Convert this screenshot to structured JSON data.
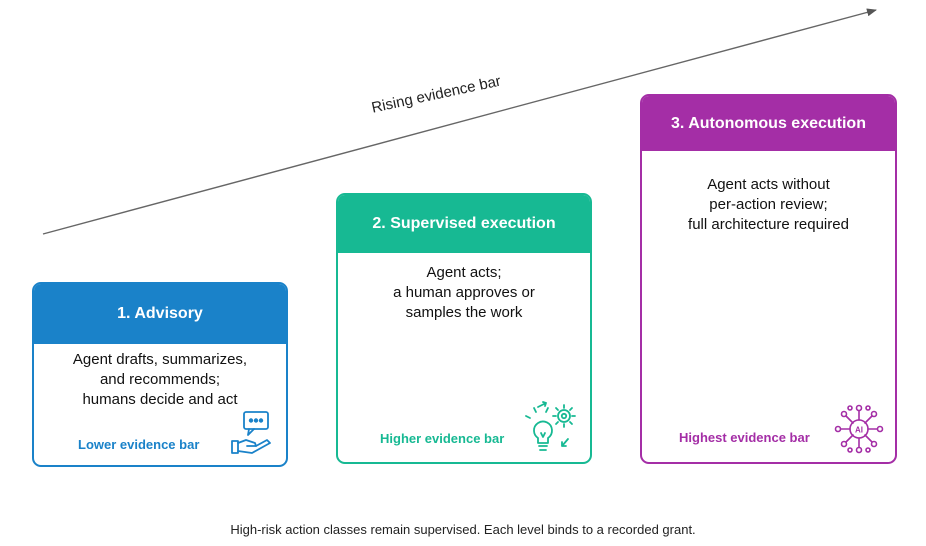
{
  "arrow": {
    "label": "Rising evidence bar"
  },
  "cards": [
    {
      "title": "1. Advisory",
      "body": "Agent drafts, summarizes,\nand recommends;\nhumans decide and act",
      "footer": "Lower evidence bar",
      "icon": "chat-hand-icon",
      "color": "#1a82c9"
    },
    {
      "title": "2. Supervised execution",
      "body": "Agent acts;\na human approves or\nsamples the work",
      "footer": "Higher evidence bar",
      "icon": "lightbulb-gear-icon",
      "color": "#17b993"
    },
    {
      "title": "3. Autonomous execution",
      "body": "Agent acts without\nper-action review;\nfull architecture required",
      "footer": "Highest evidence bar",
      "icon": "ai-network-icon",
      "color": "#a42ea6"
    }
  ],
  "footnote": "High-risk action classes remain supervised. Each level binds to a recorded grant."
}
